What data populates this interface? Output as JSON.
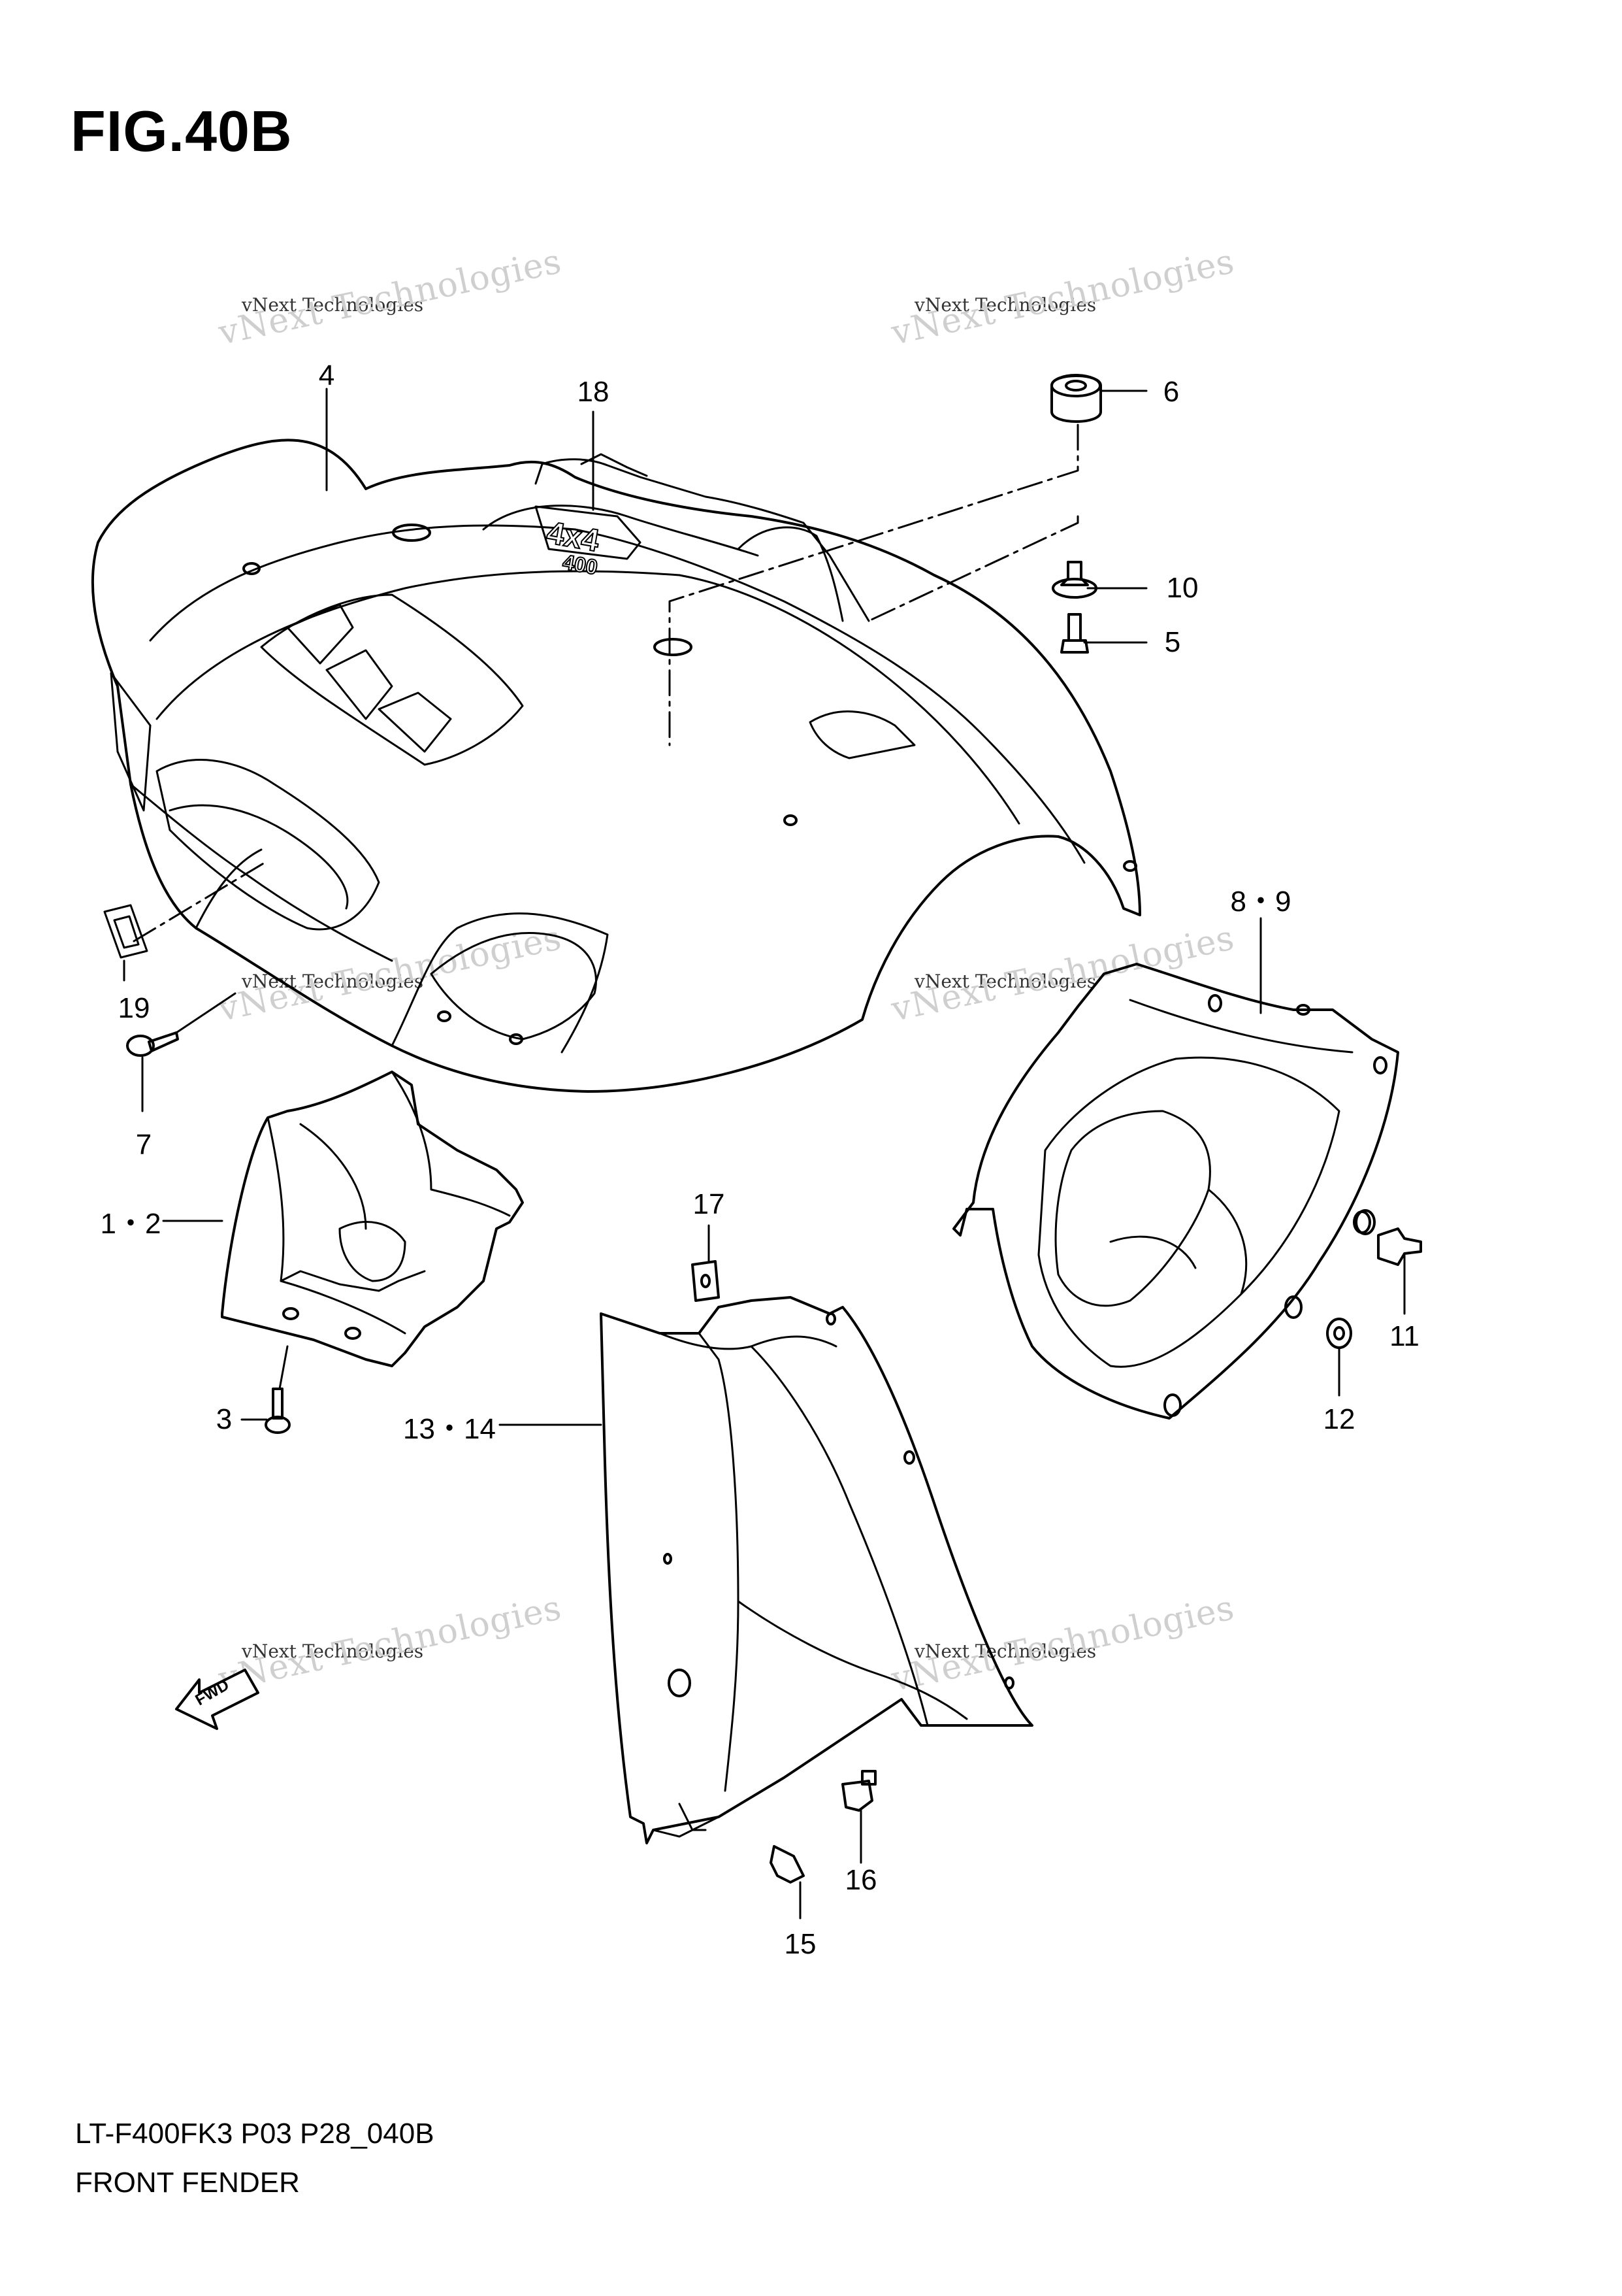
{
  "figure": {
    "title": "FIG.40B",
    "model_code": "LT-F400FK3 P03 P28_040B",
    "name": "FRONT FENDER"
  },
  "callouts": {
    "c4": "4",
    "c18": "18",
    "c6": "6",
    "c10": "10",
    "c5": "5",
    "c19": "19",
    "c7": "7",
    "c89": "8・9",
    "c12a": "1・2",
    "c17": "17",
    "c11": "11",
    "c12": "12",
    "c3": "3",
    "c1314": "13・14",
    "c16": "16",
    "c15": "15"
  },
  "decal": {
    "badge_top": "4x4",
    "badge_bottom": "400",
    "fwd_arrow": "FWD"
  },
  "watermark": {
    "small": "vNext Technologies",
    "big": "vNext Technologies"
  }
}
